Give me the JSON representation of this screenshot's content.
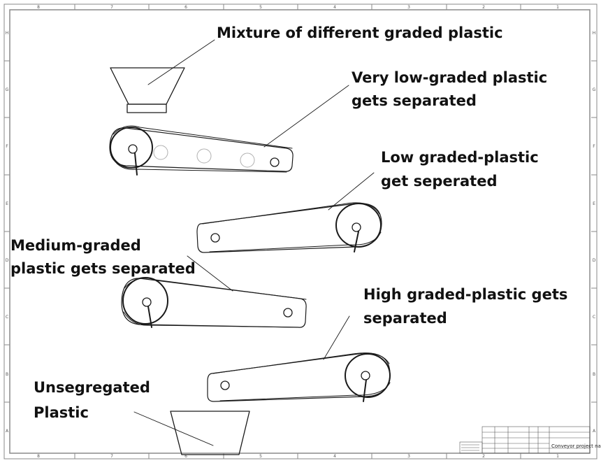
{
  "labels": {
    "mixture": "Mixture of different graded plastic",
    "very_low_1": "Very low-graded plastic",
    "very_low_2": "gets separated",
    "low_1": "Low graded-plastic",
    "low_2": "get seperated",
    "medium_1": "Medium-graded",
    "medium_2": "plastic gets separated",
    "high_1": "High graded-plastic gets",
    "high_2": "separated",
    "unseg_1": "Unsegregated",
    "unseg_2": "Plastic"
  },
  "border_top": [
    "8",
    "7",
    "6",
    "5",
    "4",
    "3",
    "2",
    "1"
  ],
  "border_bottom": [
    "8",
    "7",
    "6",
    "5",
    "4",
    "3",
    "2",
    "1"
  ],
  "border_left": [
    "H",
    "G",
    "F",
    "E",
    "D",
    "C",
    "B",
    "A"
  ],
  "border_right": [
    "H",
    "G",
    "F",
    "E",
    "D",
    "C",
    "B",
    "A"
  ],
  "title_block": {
    "title": "Conveyor project name"
  },
  "colors": {
    "line": "#1a1a1a",
    "frame": "#888888",
    "text": "#111111"
  }
}
